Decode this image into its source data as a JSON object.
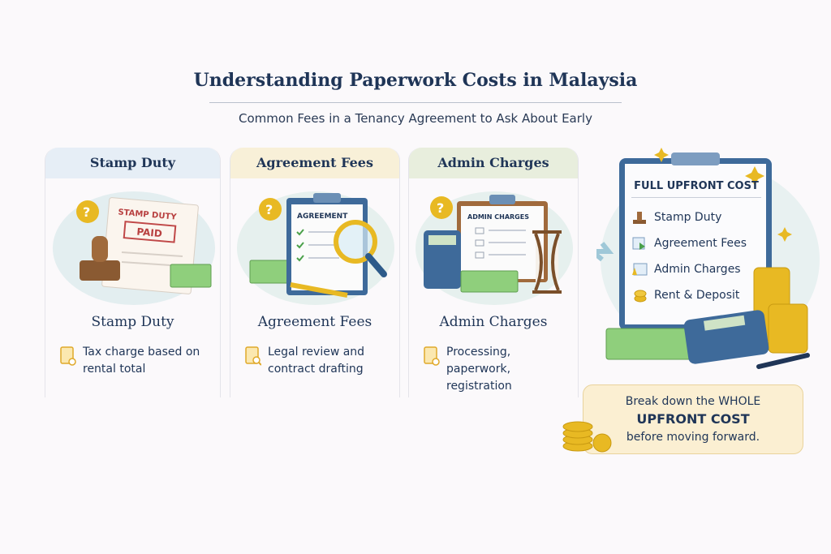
{
  "header": {
    "title": "Understanding Paperwork Costs in Malaysia",
    "subtitle": "Common Fees in a Tenancy Agreement to Ask About Early"
  },
  "columns": [
    {
      "header": "Stamp Duty",
      "name": "Stamp Duty",
      "description": "Tax charge based on rental total",
      "doc_title": "STAMP DUTY",
      "stamp": "PAID",
      "header_color": "#e6eef6"
    },
    {
      "header": "Agreement Fees",
      "name": "Agreement Fees",
      "description": "Legal review and contract drafting",
      "doc_title": "AGREEMENT",
      "header_color": "#f8f0d8"
    },
    {
      "header": "Admin Charges",
      "name": "Admin Charges",
      "description": "Processing, paperwork, registration",
      "doc_title": "ADMIN CHARGES",
      "header_color": "#e8eedd"
    }
  ],
  "summary": {
    "title": "FULL UPFRONT COST",
    "items": [
      {
        "label": "Stamp Duty",
        "icon": "stamp-icon"
      },
      {
        "label": "Agreement Fees",
        "icon": "document-icon"
      },
      {
        "label": "Admin Charges",
        "icon": "form-icon"
      },
      {
        "label": "Rent & Deposit",
        "icon": "coins-icon"
      }
    ]
  },
  "callout": {
    "line1": "Break down the WHOLE",
    "line2": "UPFRONT COST",
    "line3": "before moving forward."
  },
  "colors": {
    "navy": "#1f3557",
    "gold": "#e8b923",
    "green": "#7cbf6a",
    "callout_bg": "#fbefd2"
  }
}
